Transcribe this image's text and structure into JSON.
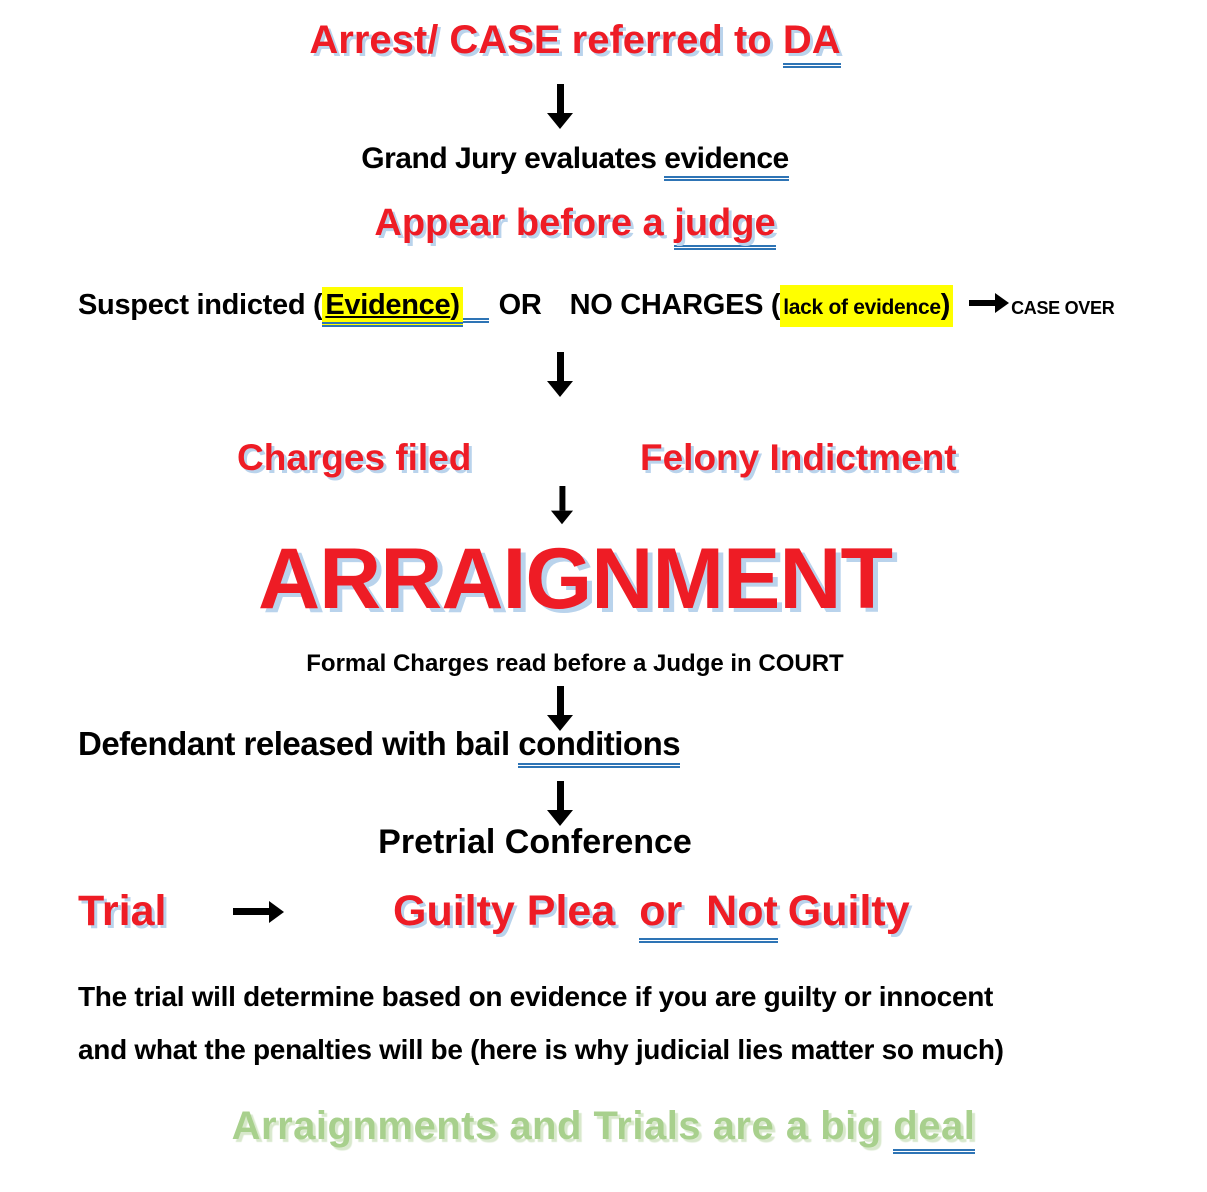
{
  "colors": {
    "red": "#ee1c25",
    "shadow": "#b9d3ec",
    "yellow": "#ffff00",
    "underline": "#2e74b5",
    "green": "#a8d08d"
  },
  "flow": {
    "title": {
      "text": "Arrest/ CASE referred to ",
      "link": "DA"
    },
    "grand_jury": {
      "text": "Grand Jury evaluates ",
      "link": "evidence"
    },
    "appear": {
      "text": "Appear before a ",
      "link": "judge"
    },
    "indictment_row": {
      "lead": "Suspect indicted (",
      "evidence_word": "Evidence",
      "evidence_close": ")",
      "or": "OR",
      "no_charges": "NO CHARGES (",
      "lack_highlight": "lack of evidence",
      "close_paren": ")",
      "case_over": "CASE OVER"
    },
    "branch_left": "Charges filed",
    "branch_right": "Felony Indictment",
    "arraignment": "ARRAIGNMENT",
    "arraignment_sub": "Formal Charges read before a Judge in COURT",
    "bail": {
      "text": "Defendant released with bail ",
      "link": "conditions"
    },
    "pretrial": "Pretrial Conference",
    "trial_row": {
      "trial": "Trial",
      "guilty_plea": "Guilty Plea",
      "or_not": "or  Not",
      "guilty": "Guilty"
    },
    "note_line1": "The trial will determine based on evidence if you are guilty or innocent",
    "note_line2": "and what the penalties will be (here is why judicial lies matter so much)",
    "footer": {
      "text": "Arraignments and Trials are a big ",
      "link": "deal"
    }
  }
}
